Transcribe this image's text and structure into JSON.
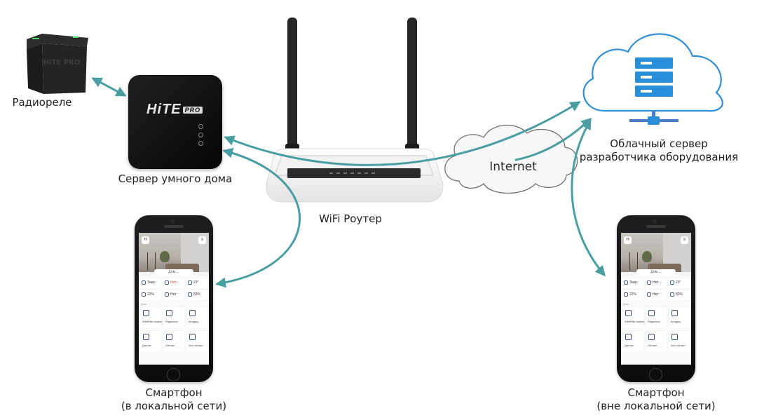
{
  "labels": {
    "relay": "Радиореле",
    "hub": "Сервер умного дома",
    "router": "WiFi Роутер",
    "internet": "Internet",
    "cloud_line1": "Облачный сервер",
    "cloud_line2": "разработчика оборудования",
    "phone_local_line1": "Смартфон",
    "phone_local_line2": "(в локальной сети)",
    "phone_remote_line1": "Смартфон",
    "phone_remote_line2": "(вне локальной сети)"
  },
  "devices": {
    "hub_logo": "HiTE",
    "hub_logo_badge": "PRO",
    "relay_logo": "HiTE PRO"
  },
  "phone_screen": {
    "home_button": "H",
    "menu_button": "≡",
    "tab_label": "Дом ⌄",
    "section_label": "Дом",
    "tiles": [
      {
        "value": "Закр.",
        "alert": false
      },
      {
        "value": "Нет...",
        "alert": true
      },
      {
        "value": "23°",
        "alert": false
      },
      {
        "value": "22%",
        "alert": false
      },
      {
        "value": "Нет",
        "alert": false
      },
      {
        "value": "83%",
        "alert": false
      }
    ],
    "devices": [
      "WebRite-газель",
      "Радиатор",
      "Кондиц.",
      "Датчик",
      "Сигнал",
      "Зал сигнал"
    ]
  },
  "colors": {
    "arrow": "#4a9ea2",
    "cloud_stroke": "#2f8fd6",
    "server_fill": "#2a8ed8",
    "cloud_accent": "#4a7ec2"
  }
}
